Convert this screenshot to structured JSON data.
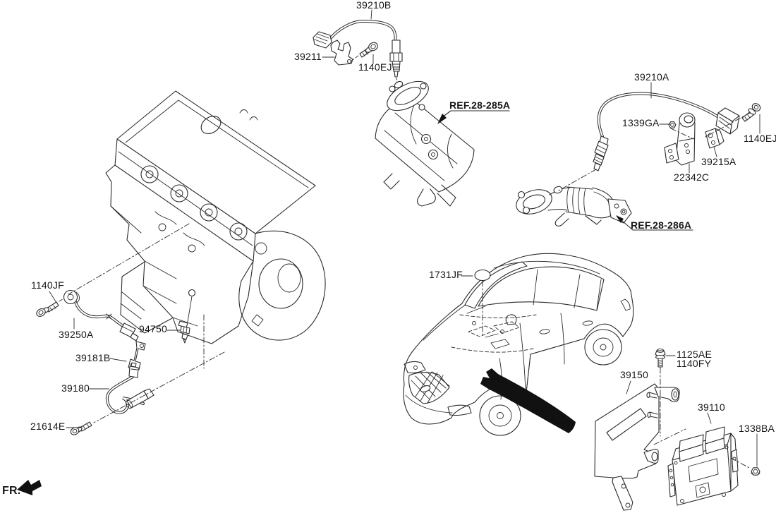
{
  "colors": {
    "background": "#ffffff",
    "line": "#2b2b2b",
    "ink": "#111111"
  },
  "labels": [
    {
      "text": "39210B"
    },
    {
      "text": "39211"
    },
    {
      "text": "1140EJ"
    },
    {
      "text": "REF.28-285A"
    },
    {
      "text": "39210A"
    },
    {
      "text": "1339GA"
    },
    {
      "text": "1140EJ"
    },
    {
      "text": "39215A"
    },
    {
      "text": "22342C"
    },
    {
      "text": "REF.28-286A"
    },
    {
      "text": "1731JF"
    },
    {
      "text": "1140JF"
    },
    {
      "text": "39250A"
    },
    {
      "text": "94750"
    },
    {
      "text": "39181B"
    },
    {
      "text": "39180"
    },
    {
      "text": "21614E"
    },
    {
      "text": "1125AE"
    },
    {
      "text": "1140FY"
    },
    {
      "text": "39150"
    },
    {
      "text": "39110"
    },
    {
      "text": "1338BA"
    },
    {
      "text": "FR."
    }
  ]
}
